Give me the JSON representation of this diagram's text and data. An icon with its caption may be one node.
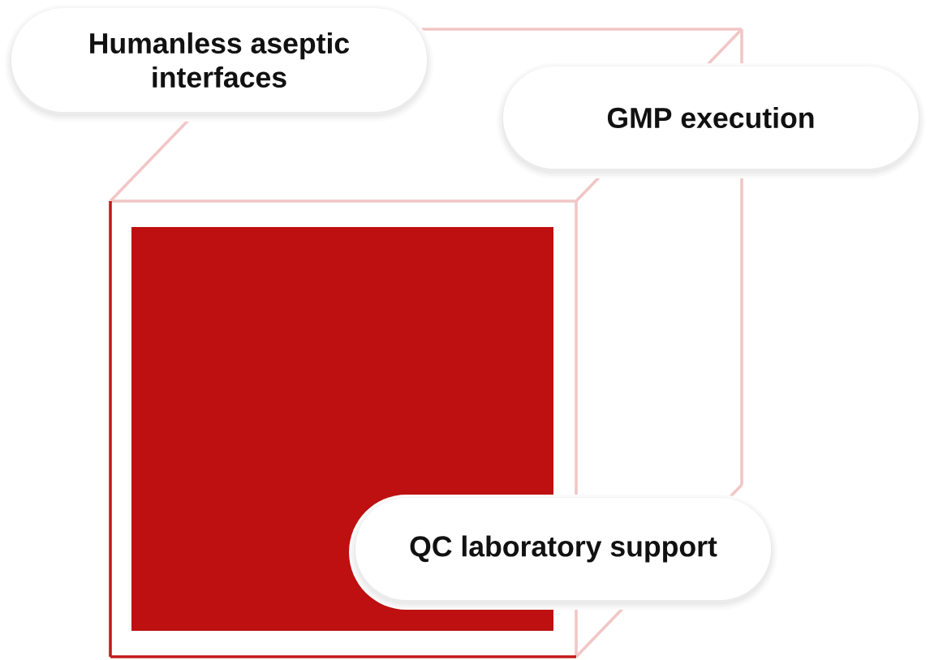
{
  "diagram": {
    "nodes": [
      {
        "text": [
          "Humanless aseptic interfaces"
        ]
      },
      {
        "text": [
          "GMP execution"
        ]
      },
      {
        "text": [
          "QC laboratory support"
        ]
      }
    ]
  }
}
